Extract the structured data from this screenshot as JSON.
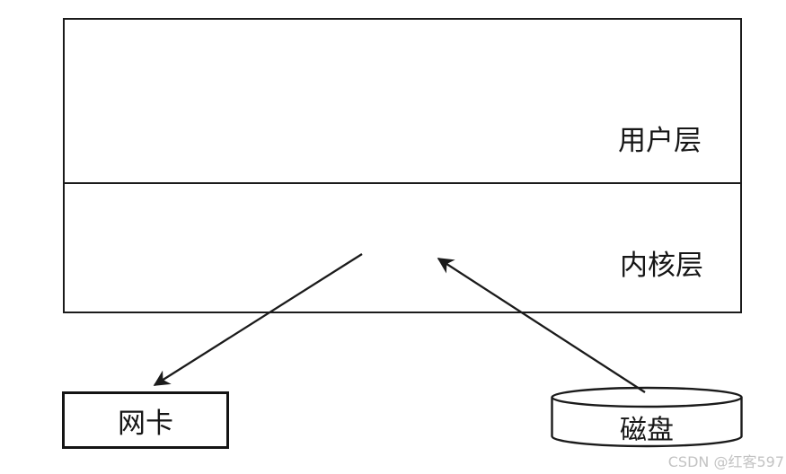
{
  "diagram": {
    "user_layer_label": "用户层",
    "kernel_layer_label": "内核层",
    "nic_label": "网卡",
    "disk_label": "磁盘",
    "watermark": "CSDN @红客597",
    "colors": {
      "line": "#1b1b1b",
      "label_text": "#161616",
      "watermark_text": "#c3c3c3",
      "background": "#ffffff"
    }
  }
}
